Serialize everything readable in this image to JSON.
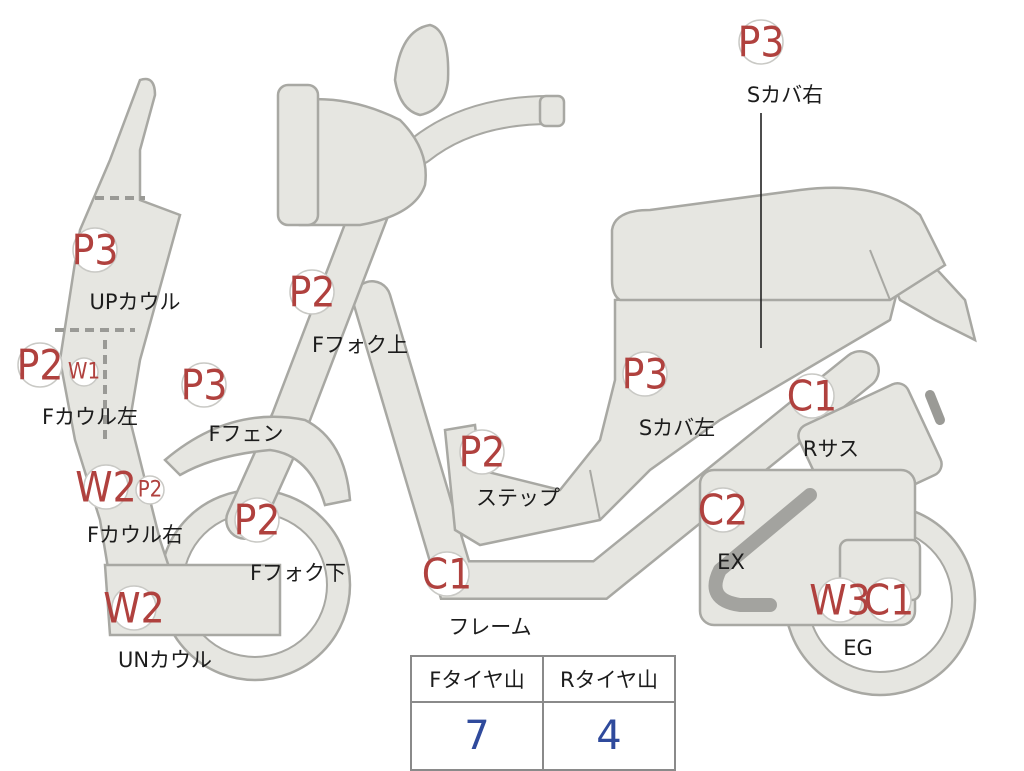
{
  "badges": {
    "upcowl": "P3",
    "fcowl_left_a": "P2",
    "fcowl_left_b": "W1",
    "fcowl_right_a": "W2",
    "fcowl_right_b": "P2",
    "uncowl": "W2",
    "ffender": "P3",
    "ffork_upper": "P2",
    "ffork_lower": "P2",
    "step": "P2",
    "frame": "C1",
    "scover_left": "P3",
    "scover_right": "P3",
    "rsus": "C1",
    "ex": "C2",
    "eg_a": "W3",
    "eg_b": "C1"
  },
  "labels": {
    "upcowl": "UPカウル",
    "fcowl_left": "Fカウル左",
    "fcowl_right": "Fカウル右",
    "uncowl": "UNカウル",
    "ffender": "Fフェン",
    "ffork_upper": "Fフォク上",
    "ffork_lower": "Fフォク下",
    "step": "ステップ",
    "frame": "フレーム",
    "scover_left": "Sカバ左",
    "scover_right": "Sカバ右",
    "rsus": "Rサス",
    "ex": "EX",
    "eg": "EG"
  },
  "tire_table": {
    "front_header": "Fタイヤ山",
    "rear_header": "Rタイヤ山",
    "front_value": "7",
    "rear_value": "4"
  },
  "colors": {
    "part_fill": "#e6e6e1",
    "part_outline": "#a8a8a3",
    "badge_text": "#b0413e",
    "table_value": "#2f4a9c"
  }
}
